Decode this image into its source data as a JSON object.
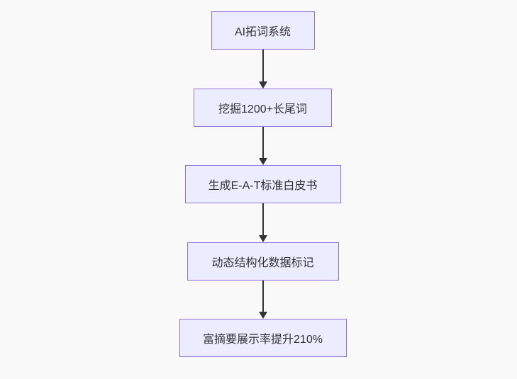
{
  "diagram": {
    "type": "flowchart",
    "direction": "top-down",
    "colors": {
      "background": "#f9f9f9",
      "node_fill": "#ECECFF",
      "node_border": "#9370DB",
      "arrow": "#333333",
      "text": "#333333"
    },
    "nodes": [
      {
        "label": "AI拓词系统"
      },
      {
        "label": "挖掘1200+长尾词"
      },
      {
        "label": "生成E-A-T标准白皮书"
      },
      {
        "label": "动态结构化数据标记"
      },
      {
        "label": "富摘要展示率提升210%"
      }
    ],
    "edges": [
      {
        "from": 0,
        "to": 1
      },
      {
        "from": 1,
        "to": 2
      },
      {
        "from": 2,
        "to": 3
      },
      {
        "from": 3,
        "to": 4
      }
    ]
  }
}
